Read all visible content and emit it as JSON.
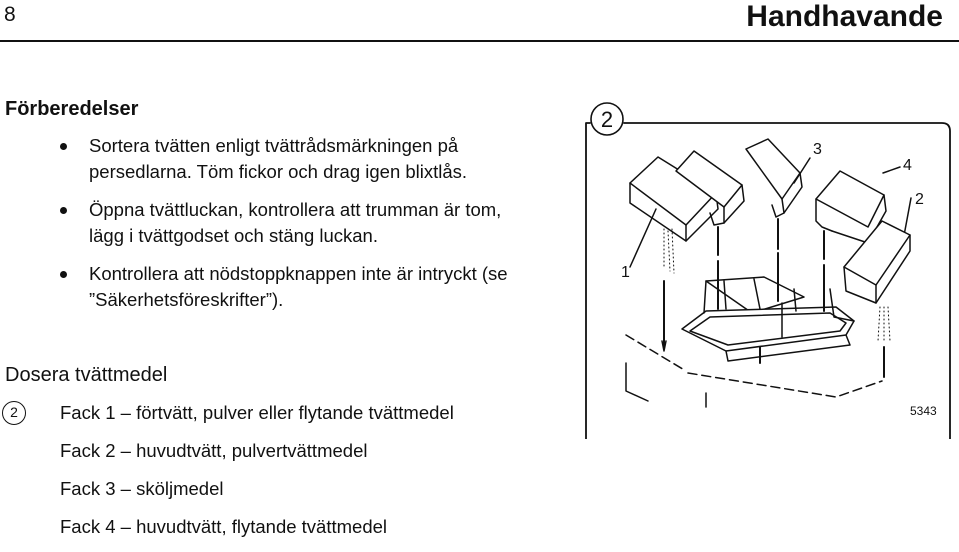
{
  "header": {
    "page_number": "8",
    "title": "Handhavande"
  },
  "preparations": {
    "title": "Förberedelser",
    "items": [
      "Sortera tvätten enligt tvättrådsmärkningen på persedlarna. Töm fickor och drag igen blixtlås.",
      "Öppna tvättluckan, kontrollera att trumman är tom, lägg i tvättgodset och stäng luckan.",
      "Kontrollera att nödstoppknappen inte är intryckt (se ”Säkerhetsföreskrifter”)."
    ]
  },
  "dosing": {
    "title": "Dosera tvättmedel",
    "ref": "2",
    "items": [
      "Fack 1 – förtvätt, pulver eller flytande tvättmedel",
      "Fack 2 – huvudtvätt, pulvertvättmedel",
      "Fack 3 – sköljmedel",
      "Fack 4 – huvudtvätt, flytande tvättmedel"
    ]
  },
  "illustration": {
    "badge": "2",
    "labels": [
      "1",
      "2",
      "3",
      "4"
    ],
    "code": "5343"
  }
}
